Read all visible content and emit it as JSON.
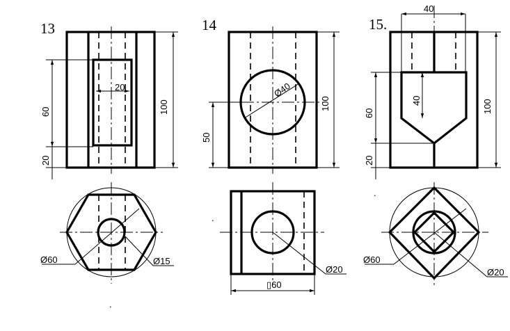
{
  "figures": [
    {
      "number": "13",
      "dims": {
        "width_inner": "20",
        "total_height": "100",
        "hole_height": "60",
        "base_height": "20",
        "circle_diameter": "Ø60",
        "hole_diameter": "Ø15"
      }
    },
    {
      "number": "14",
      "dims": {
        "hole_diameter": "Ø40",
        "total_height": "100",
        "center_height": "50",
        "small_hole": "Ø20",
        "square_side": "▯60"
      }
    },
    {
      "number": "15.",
      "dims": {
        "top_width": "40",
        "inner_height": "40",
        "total_height": "100",
        "upper_height": "60",
        "base_height": "20",
        "circle_diameter": "Ø60",
        "small_circle": "Ø20"
      }
    }
  ]
}
